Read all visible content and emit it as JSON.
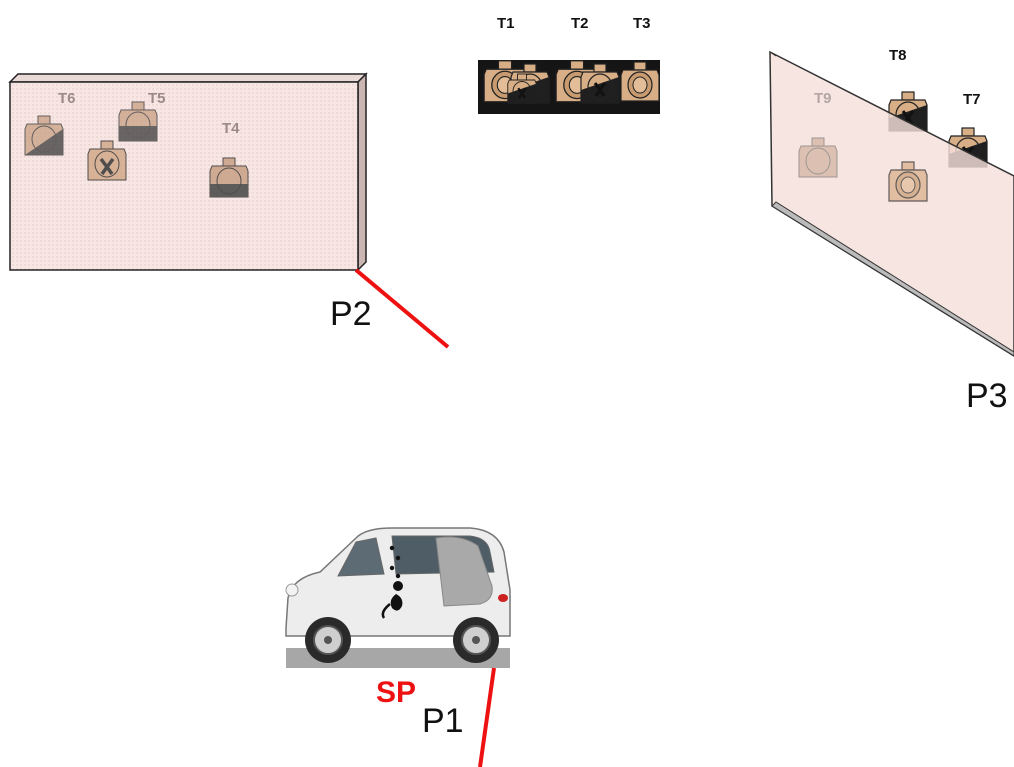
{
  "targets": {
    "t1": "T1",
    "t2": "T2",
    "t3": "T3",
    "t4": "T4",
    "t5": "T5",
    "t6": "T6",
    "t7": "T7",
    "t8": "T8",
    "t9": "T9"
  },
  "positions": {
    "p1": "P1",
    "p2": "P2",
    "p3": "P3",
    "start": "SP"
  },
  "colors": {
    "fault_line": "#ee1111",
    "start_label": "#ee1111",
    "wall_fill": "#f7e6e3",
    "target_tan": "#d8ae86",
    "target_dark": "#1a1a1a"
  }
}
